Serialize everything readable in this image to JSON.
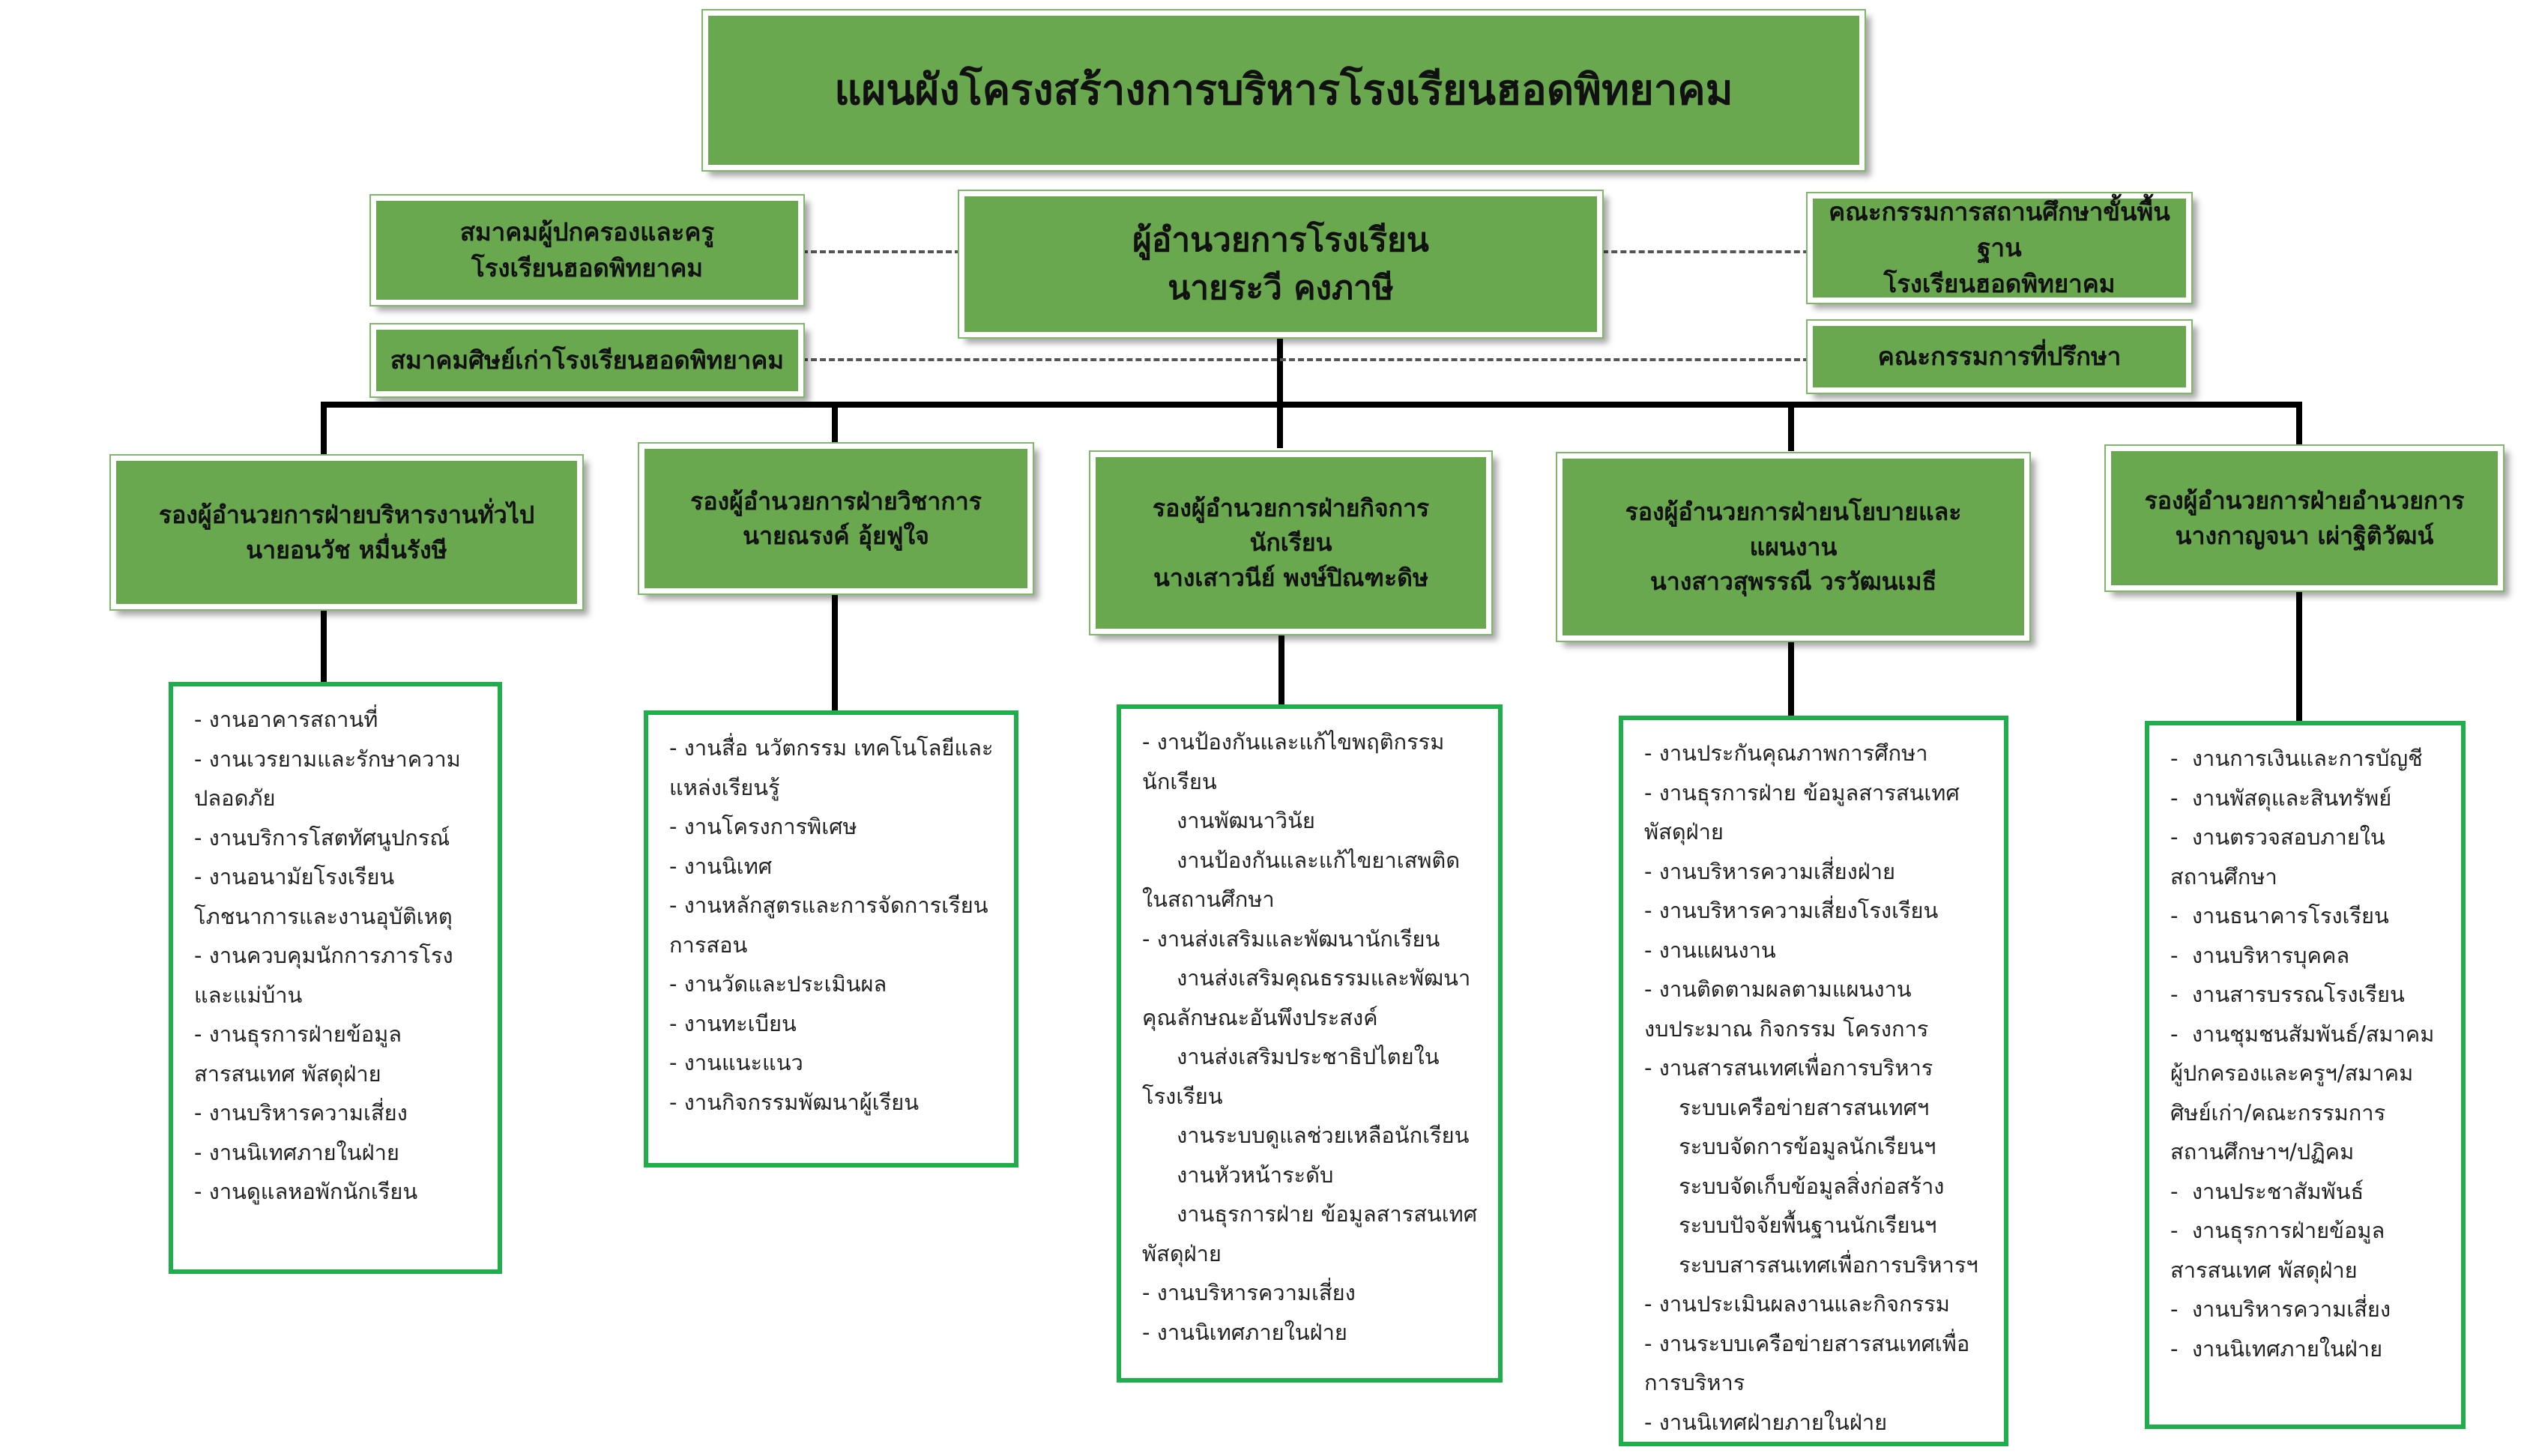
{
  "title": "แผนผังโครงสร้างการบริหารโรงเรียนฮอดพิทยาคม",
  "director": {
    "line1": "ผู้อำนวยการโรงเรียน",
    "line2": "นายระวี  คงภาษี"
  },
  "side_left": {
    "parents": [
      "สมาคมผู้ปกครองและครู",
      "โรงเรียนฮอดพิทยาคม"
    ],
    "alumni": "สมาคมศิษย์เก่าโรงเรียนฮอดพิทยาคม"
  },
  "side_right": {
    "board": [
      "คณะกรรมการสถานศึกษาขั้นพื้นฐาน",
      "โรงเรียนฮอดพิทยาคม"
    ],
    "advisors": "คณะกรรมการที่ปรึกษา"
  },
  "departments": [
    {
      "title_lines": [
        "รองผู้อำนวยการฝ่ายบริหารงานทั่วไป",
        "นายอนวัช  หมื่นรังษี"
      ],
      "tasks": [
        "- งานอาคารสถานที่",
        "- งานเวรยามและรักษาความ",
        "ปลอดภัย",
        "- งานบริการโสตทัศนูปกรณ์",
        "- งานอนามัยโรงเรียน",
        "โภชนาการและงานอุบัติเหตุ",
        "- งานควบคุมนักการภารโรง",
        "และแม่บ้าน",
        "- งานธุรการฝ่ายข้อมูล",
        "สารสนเทศ พัสดุฝ่าย",
        "- งานบริหารความเสี่ยง",
        "- งานนิเทศภายในฝ่าย",
        "- งานดูแลหอพักนักเรียน"
      ]
    },
    {
      "title_lines": [
        "รองผู้อำนวยการฝ่ายวิชาการ",
        "นายณรงค์  อุ้ยฟูใจ"
      ],
      "tasks": [
        "- งานสื่อ นวัตกรรม เทคโนโลยีและ",
        "แหล่งเรียนรู้",
        "- งานโครงการพิเศษ",
        "- งานนิเทศ",
        "- งานหลักสูตรและการจัดการเรียน",
        "การสอน",
        "- งานวัดและประเมินผล",
        "- งานทะเบียน",
        "- งานแนะแนว",
        "- งานกิจกรรมพัฒนาผู้เรียน"
      ]
    },
    {
      "title_lines": [
        "รองผู้อำนวยการฝ่ายกิจการ",
        "นักเรียน",
        "นางเสาวนีย์  พงษ์ปิณฑะดิษ"
      ],
      "tasks": [
        "- งานป้องกันและแก้ไขพฤติกรรม",
        "นักเรียน",
        "     งานพัฒนาวินัย",
        "     งานป้องกันและแก้ไขยาเสพติด",
        "ในสถานศึกษา",
        "- งานส่งเสริมและพัฒนานักเรียน",
        "     งานส่งเสริมคุณธรรมและพัฒนา",
        "คุณลักษณะอันพึงประสงค์",
        "     งานส่งเสริมประชาธิปไตยใน",
        "โรงเรียน",
        "     งานระบบดูแลช่วยเหลือนักเรียน",
        "     งานหัวหน้าระดับ",
        "     งานธุรการฝ่าย ข้อมูลสารสนเทศ",
        "พัสดุฝ่าย",
        "- งานบริหารความเสี่ยง",
        "- งานนิเทศภายในฝ่าย"
      ]
    },
    {
      "title_lines": [
        "รองผู้อำนวยการฝ่ายนโยบายและ",
        "แผนงาน",
        "นางสาวสุพรรณี  วรวัฒนเมธี"
      ],
      "tasks": [
        "- งานประกันคุณภาพการศึกษา",
        "- งานธุรการฝ่าย ข้อมูลสารสนเทศ",
        "พัสดุฝ่าย",
        "- งานบริหารความเสี่ยงฝ่าย",
        "- งานบริหารความเสี่ยงโรงเรียน",
        "- งานแผนงาน",
        "- งานติดตามผลตามแผนงาน",
        "งบประมาณ กิจกรรม โครงการ",
        "- งานสารสนเทศเพื่อการบริหาร",
        "     ระบบเครือข่ายสารสนเทศฯ",
        "     ระบบจัดการข้อมูลนักเรียนฯ",
        "     ระบบจัดเก็บข้อมูลสิ่งก่อสร้าง",
        "     ระบบปัจจัยพื้นฐานนักเรียนฯ",
        "     ระบบสารสนเทศเพื่อการบริหารฯ",
        "- งานประเมินผลงานและกิจกรรม",
        "- งานระบบเครือข่ายสารสนเทศเพื่อ",
        "การบริหาร",
        "- งานนิเทศฝ่ายภายในฝ่าย"
      ]
    },
    {
      "title_lines": [
        "รองผู้อำนวยการฝ่ายอำนวยการ",
        "นางกาญจนา  เผ่าฐิติวัฒน์"
      ],
      "tasks": [
        "-  งานการเงินและการบัญชี",
        "-  งานพัสดุและสินทรัพย์",
        "-  งานตรวจสอบภายใน",
        "สถานศึกษา",
        "-  งานธนาคารโรงเรียน",
        "-  งานบริหารบุคคล",
        "-  งานสารบรรณโรงเรียน",
        "-  งานชุมชนสัมพันธ์/สมาคม",
        "ผู้ปกครองและครูฯ/สมาคม",
        "ศิษย์เก่า/คณะกรรมการ",
        "สถานศึกษาฯ/ปฏิคม",
        "-  งานประชาสัมพันธ์",
        "-  งานธุรการฝ่ายข้อมูล",
        "สารสนเทศ พัสดุฝ่าย",
        "-  งานบริหารความเสี่ยง",
        "-  งานนิเทศภายในฝ่าย"
      ]
    }
  ]
}
